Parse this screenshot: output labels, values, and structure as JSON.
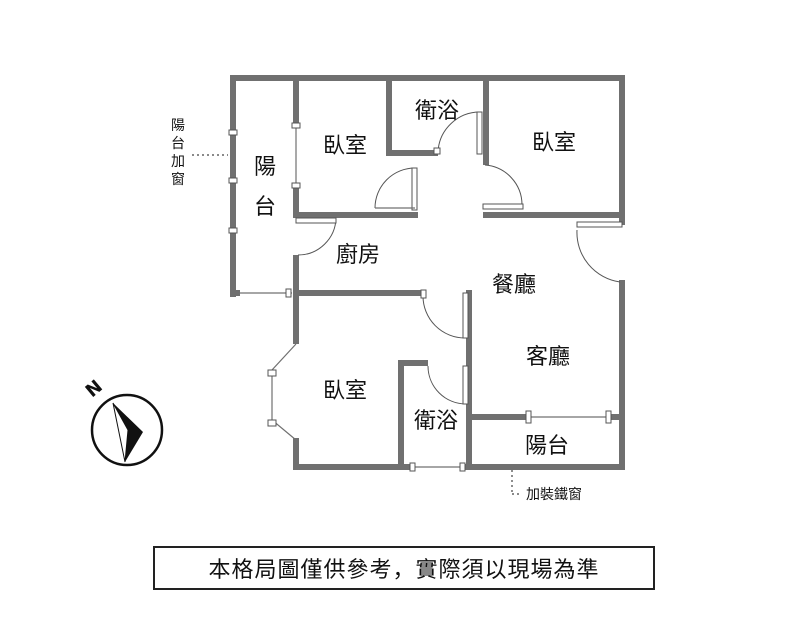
{
  "rooms": {
    "balcony_west": "陽台",
    "bedroom_north_west": "臥室",
    "bath_north": "衛浴",
    "bedroom_north_east": "臥室",
    "kitchen": "廚房",
    "dining": "餐廳",
    "living": "客廳",
    "bedroom_south": "臥室",
    "bath_south": "衛浴",
    "balcony_south": "陽台"
  },
  "annotations": {
    "balcony_window": "陽台加窗",
    "iron_window": "加裝鐵窗"
  },
  "compass": {
    "north_label": "N"
  },
  "disclaimer": "本格局圖僅供參考，實際須以現場為準"
}
